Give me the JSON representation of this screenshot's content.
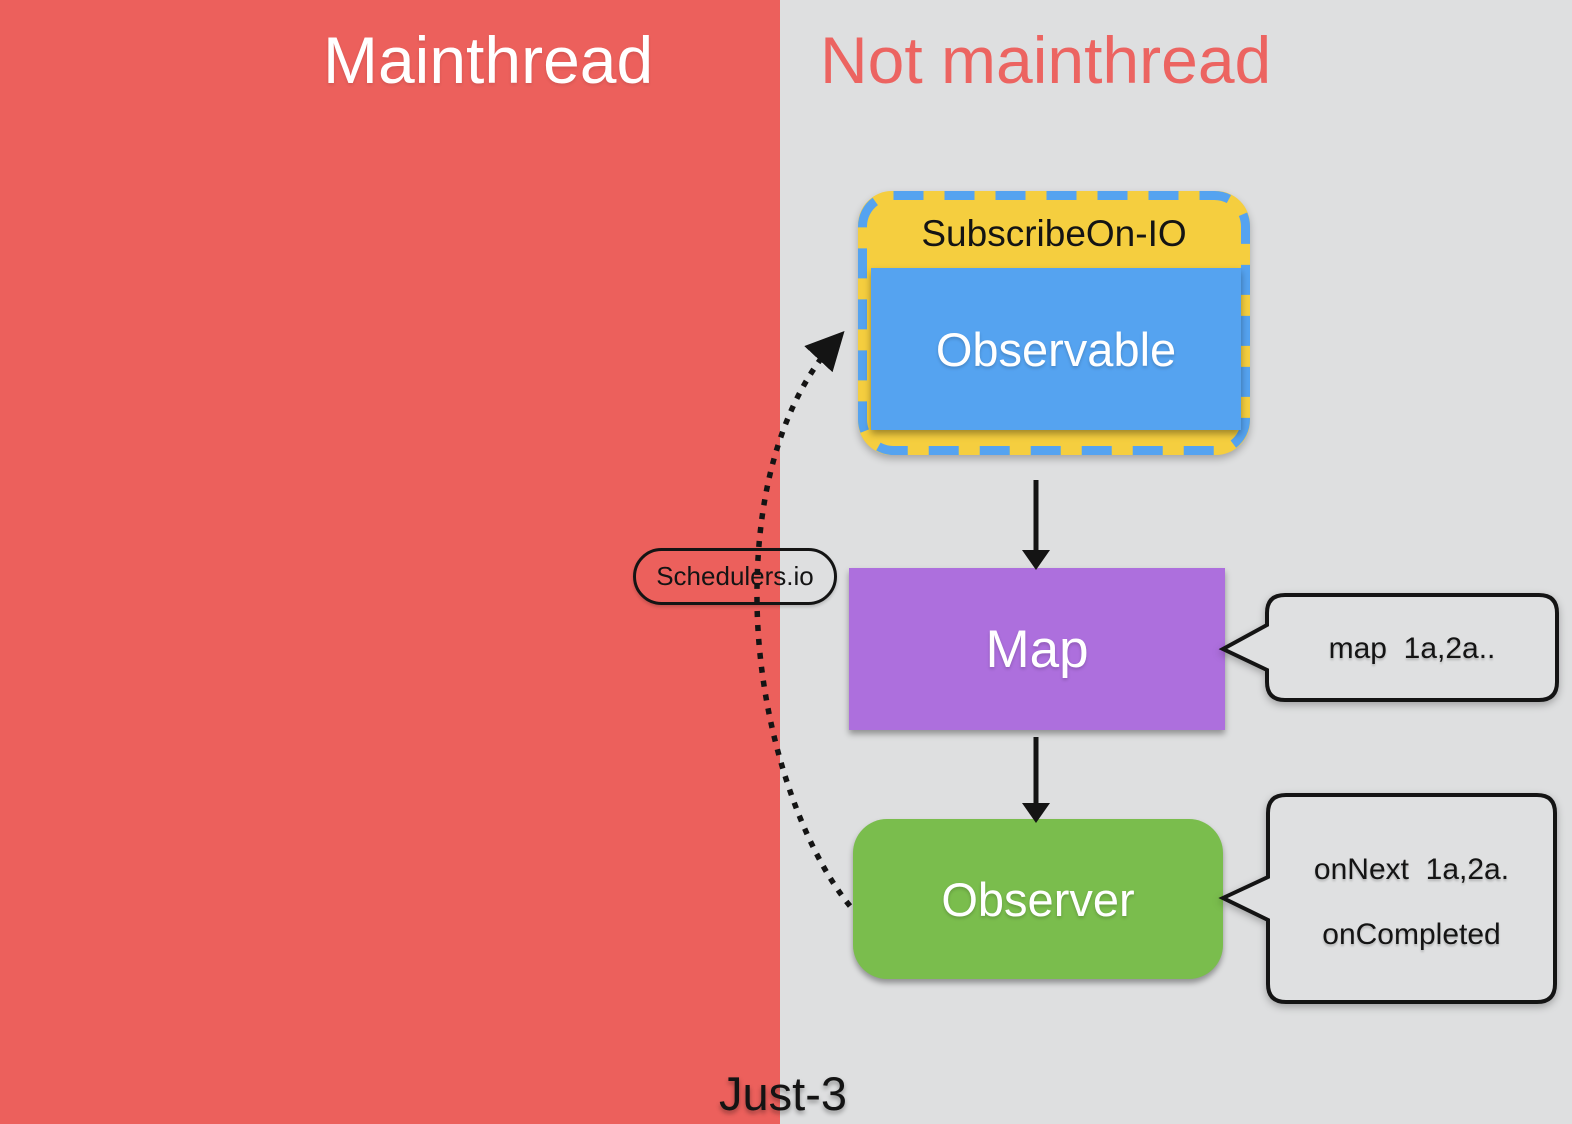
{
  "regions": {
    "mainthread_label": "Mainthread",
    "not_mainthread_label": "Not mainthread"
  },
  "nodes": {
    "subscribe_on": {
      "label": "SubscribeOn-IO"
    },
    "observable": {
      "label": "Observable"
    },
    "map": {
      "label": "Map"
    },
    "observer": {
      "label": "Observer"
    },
    "scheduler": {
      "label": "Schedulers.io"
    }
  },
  "callouts": {
    "map_callout": {
      "text": "map  1a,2a.."
    },
    "observer_callout": {
      "line1": "onNext  1a,2a.",
      "line2": "onCompleted"
    }
  },
  "caption": "Just-3",
  "colors": {
    "mainthread_bg": "#ec605c",
    "not_mainthread_bg": "#dedfe0",
    "subscribe_on_fill": "#f5ce3f",
    "dashed_border": "#55a3f0",
    "observable_fill": "#55a3f0",
    "map_fill": "#ad6fdd",
    "observer_fill": "#7abd4d",
    "line_color": "#141414"
  }
}
